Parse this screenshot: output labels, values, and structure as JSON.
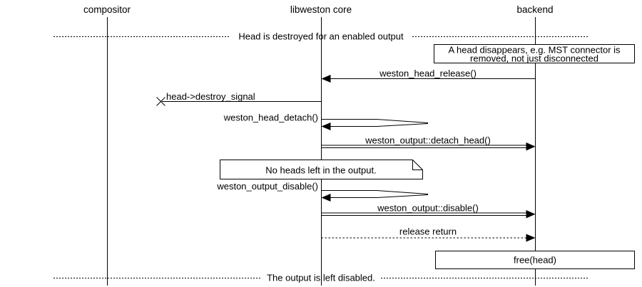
{
  "diagram_type": "sequence-diagram",
  "colors": {
    "line": "#000000",
    "background": "#ffffff"
  },
  "actors": [
    {
      "label": "compositor"
    },
    {
      "label": "libweston core"
    },
    {
      "label": "backend"
    }
  ],
  "dividers": {
    "top": "Head is destroyed for an enabled output",
    "bottom": "The output is left disabled."
  },
  "notes": {
    "head_disappears_line1": "A head disappears, e.g. MST connector is",
    "head_disappears_line2": "removed, not just disconnected",
    "no_heads": "No heads left in the output.",
    "free_head": "free(head)"
  },
  "messages": {
    "head_release": "weston_head_release()",
    "destroy_signal": "head->destroy_signal",
    "head_detach": "weston_head_detach()",
    "detach_head": "weston_output::detach_head()",
    "output_disable": "weston_output_disable()",
    "disable": "weston_output::disable()",
    "release_return": "release return"
  }
}
